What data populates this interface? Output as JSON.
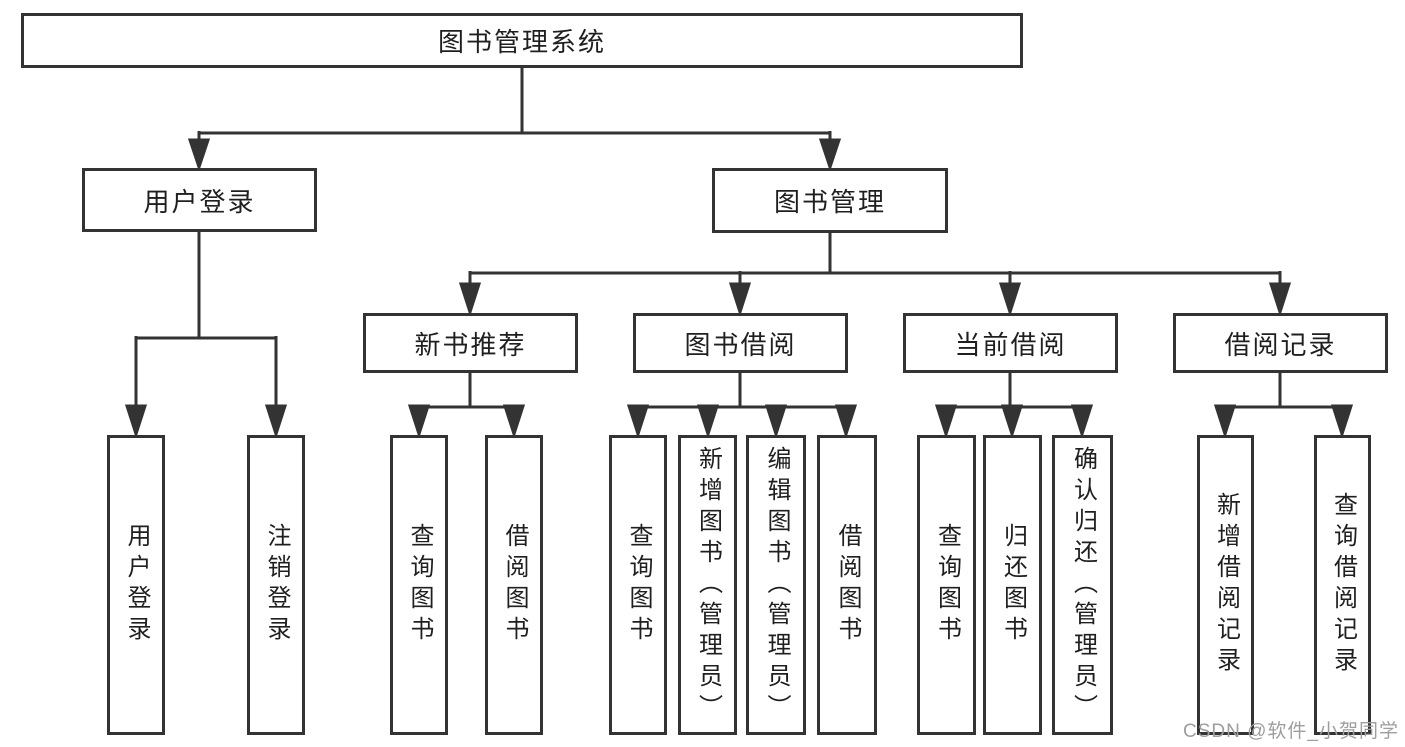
{
  "diagram": {
    "title": "图书管理系统",
    "watermark": "CSDN @软件_小贺同学",
    "colors": {
      "line": "#333333",
      "box_border": "#333333",
      "text": "#1f1f1f",
      "background": "#ffffff",
      "watermark": "#9e9e9e"
    },
    "nodes": {
      "root": "图书管理系统",
      "user_login": "用户登录",
      "book_mgmt": "图书管理",
      "new_book_rec": "新书推荐",
      "book_borrow": "图书借阅",
      "current_borrow": "当前借阅",
      "borrow_records": "借阅记录",
      "leaf_user_login": "用户登录",
      "leaf_logout": "注销登录",
      "leaf_nbr_query": "查询图书",
      "leaf_nbr_borrow": "借阅图书",
      "leaf_bb_query": "查询图书",
      "leaf_bb_add": "新增图书（管理员）",
      "leaf_bb_edit": "编辑图书（管理员）",
      "leaf_bb_borrow": "借阅图书",
      "leaf_cb_query": "查询图书",
      "leaf_cb_return": "归还图书",
      "leaf_cb_confirm": "确认归还（管理员）",
      "leaf_br_add": "新增借阅记录",
      "leaf_br_query": "查询借阅记录"
    },
    "structure": {
      "图书管理系统": {
        "用户登录": [
          "用户登录",
          "注销登录"
        ],
        "图书管理": {
          "新书推荐": [
            "查询图书",
            "借阅图书"
          ],
          "图书借阅": [
            "查询图书",
            "新增图书（管理员）",
            "编辑图书（管理员）",
            "借阅图书"
          ],
          "当前借阅": [
            "查询图书",
            "归还图书",
            "确认归还（管理员）"
          ],
          "借阅记录": [
            "新增借阅记录",
            "查询借阅记录"
          ]
        }
      }
    }
  }
}
